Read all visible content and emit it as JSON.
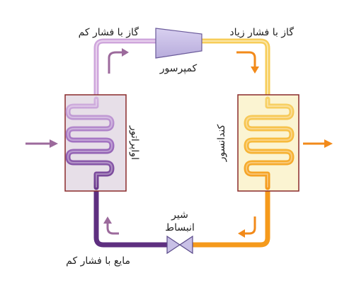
{
  "labels": {
    "low_pressure_gas": "گاز با فشار کم",
    "high_pressure_gas": "گاز با فشار زیاد",
    "compressor": "کمپرسور",
    "condenser": "کندانسور",
    "evaporator": "اواپراتور",
    "expansion_valve_line1": "شیر",
    "expansion_valve_line2": "انبساط",
    "low_pressure_liquid": "مایع با فشار کم"
  },
  "colors": {
    "evaporator_fill": "#e6dde6",
    "condenser_fill": "#fbf3cf",
    "box_border": "#8a2a2a",
    "compressor_fill": "#c8c0e6",
    "pipe_top_left": "#c9a0d6",
    "pipe_top_right": "#f7c94e",
    "pipe_bottom_left": "#6b3a8c",
    "pipe_bottom_right": "#f59a1c",
    "arrow_purple": "#9c6a9c",
    "arrow_orange": "#f28a1a"
  }
}
